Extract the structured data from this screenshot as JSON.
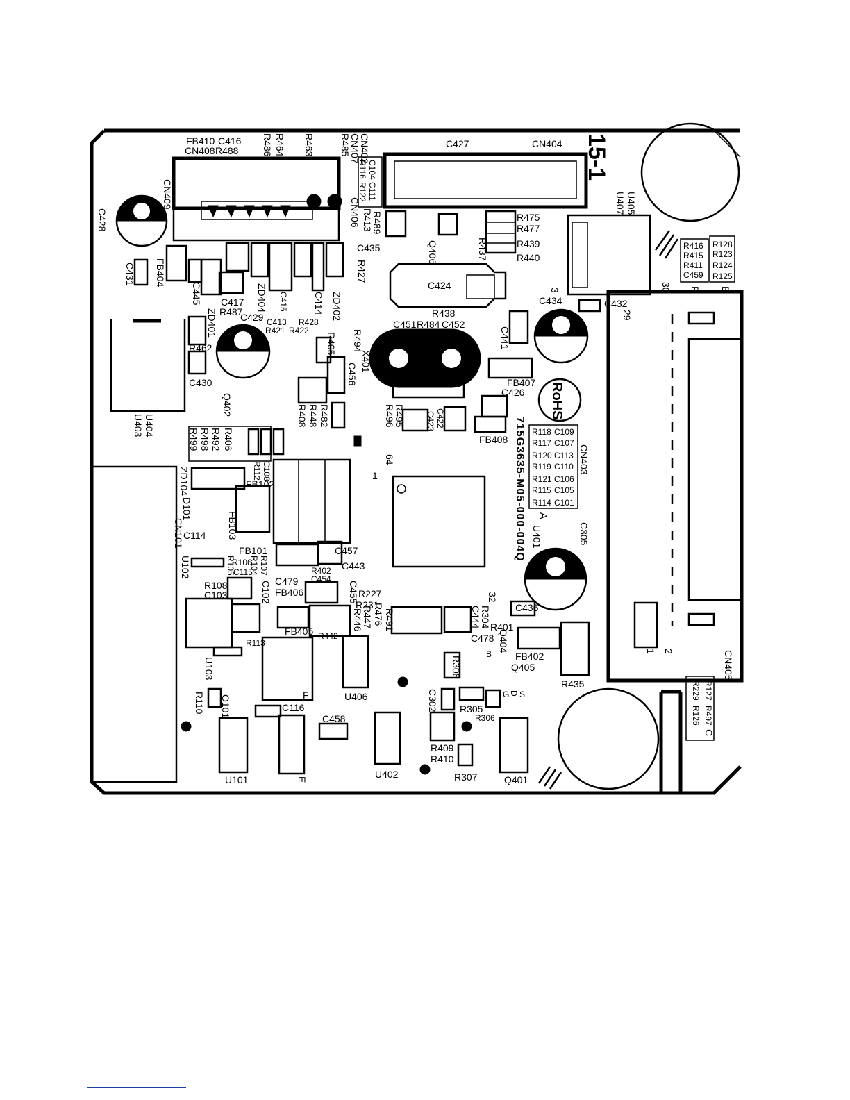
{
  "board": {
    "big_label": "15-1",
    "part_number": "715G3635-M05-000-004Q",
    "revision": "A",
    "rohs": "RoHS",
    "labels": {
      "fb410": "FB410",
      "c416": "C416",
      "cn408": "CN408",
      "r488": "R488",
      "r486": "R486",
      "r464": "R464",
      "r463": "R463",
      "cn402": "CN402",
      "cn407": "CN407",
      "r485": "R485",
      "c104": "C104",
      "c111": "C111",
      "r116": "R116",
      "r122": "R122",
      "c427": "C427",
      "cn404": "CN404",
      "u405": "U405",
      "u407": "U407",
      "cn409": "CN409",
      "c428": "C428",
      "c431": "C431",
      "fb404": "FB404",
      "cn406": "CN406",
      "r489": "R489",
      "r413": "R413",
      "q406": "Q406",
      "r475": "R475",
      "r477": "R477",
      "r437": "R437",
      "r439": "R439",
      "r440": "R440",
      "c435": "C435",
      "r427": "R427",
      "r416": "R416",
      "r415": "R415",
      "r411": "R411",
      "c459": "C459",
      "r128": "R128",
      "r123": "R123",
      "r124": "R124",
      "r125": "R125",
      "pin30": "30",
      "pinF": "F",
      "pinE": "E",
      "c445": "C445",
      "c417": "C417",
      "r487": "R487",
      "zd404": "ZD404",
      "c415": "C415",
      "c414": "C414",
      "zd402": "ZD402",
      "c413": "C413",
      "r428": "R428",
      "r421": "R421",
      "r422": "R422",
      "c429": "C429",
      "c424": "C424",
      "r438": "R438",
      "c434": "C434",
      "c432": "C432",
      "pin3": "3",
      "pin29": "29",
      "zd401": "ZD401",
      "r462": "R462",
      "c430": "C430",
      "q402": "Q402",
      "c451": "C451",
      "r484": "R484",
      "c452": "C452",
      "c441": "C441",
      "r405": "R405",
      "r494": "R494",
      "x401": "X401",
      "c456": "C456",
      "fb407": "FB407",
      "c426": "C426",
      "u404": "U404",
      "u403": "U403",
      "r482": "R482",
      "r448": "R448",
      "r408": "R408",
      "r495": "R495",
      "r496": "R496",
      "c422": "C422",
      "c423": "C423",
      "fb408": "FB408",
      "cn403": "CN403",
      "r406": "R406",
      "r492": "R492",
      "r498": "R498",
      "r499": "R499",
      "r112": "R112",
      "c108": "C108",
      "r118": "R118",
      "c109": "C109",
      "r117": "R117",
      "c107": "C107",
      "r120": "R120",
      "c113": "C113",
      "r119": "R119",
      "c110": "C110",
      "r121": "R121",
      "c106": "C106",
      "r115": "R115",
      "c105": "C105",
      "r114": "R114",
      "c101": "C101",
      "pin64": "64",
      "pin1": "1",
      "zd104": "ZD104",
      "d101": "D101",
      "fb102": "FB102",
      "fb103": "FB103",
      "cn101": "CN101",
      "c114": "C114",
      "fb101": "FB101",
      "u401": "U401",
      "c305": "C305",
      "u102": "U102",
      "r106": "R106",
      "r105": "R105",
      "c115": "C115",
      "r107": "R107",
      "r104": "R104",
      "c457": "C457",
      "c443": "C443",
      "c479": "C479",
      "c454": "C454",
      "r402": "R402",
      "r108": "R108",
      "c103": "C103",
      "c102": "C102",
      "fb406": "FB406",
      "c455": "C455",
      "r227": "R227",
      "r231": "R231",
      "r476": "R476",
      "r447": "R447",
      "r446": "R446",
      "r491": "R491",
      "pin32": "32",
      "c444": "C444",
      "r304": "R304",
      "c436": "C436",
      "r401": "R401",
      "c478": "C478",
      "q404": "Q404",
      "fb402": "FB402",
      "q405": "Q405",
      "cn405": "CN405",
      "fb405": "FB405",
      "r442": "R442",
      "r113": "R113",
      "u103": "U103",
      "r308": "R308",
      "r435": "R435",
      "pin_1": "1",
      "pin_2": "2",
      "r127": "R127",
      "r497": "R497",
      "r229": "R229",
      "r126": "R126",
      "padC": "C",
      "r110": "R110",
      "q101": "Q101",
      "c116": "C116",
      "u406": "U406",
      "c302": "C302",
      "r305": "R305",
      "r306": "R306",
      "c458": "C458",
      "r409": "R409",
      "r410": "R410",
      "u101": "U101",
      "u402": "U402",
      "r307": "R307",
      "q401": "Q401",
      "padE": "E",
      "padF": "F",
      "padG": "G",
      "padS": "S",
      "padD": "D",
      "padB": "B"
    }
  }
}
